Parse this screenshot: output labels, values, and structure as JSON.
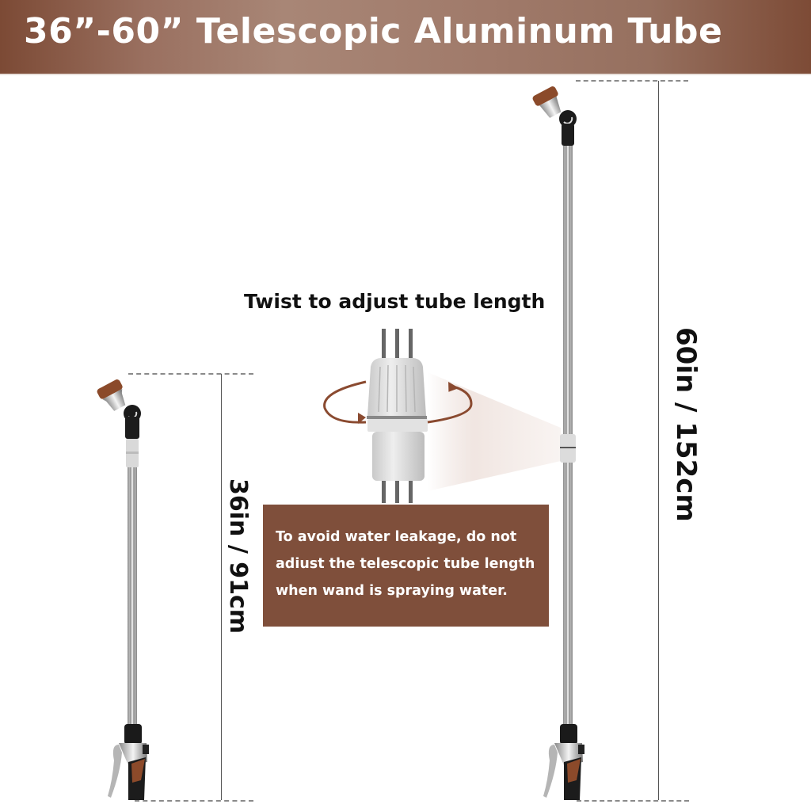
{
  "banner": {
    "title": "36”-60” Telescopic Aluminum Tube",
    "gradient_edge_color": "#7c4a35",
    "gradient_center_color": "#a88676"
  },
  "detail": {
    "title": "Twist to adjust tube length",
    "icon": "rotate-arrow-icon",
    "arrow_color": "#8a4a30"
  },
  "note": {
    "lines": [
      "To avoid water leakage, do not",
      "adiust the telescopic tube length",
      "when wand is spraying water."
    ],
    "background": "#7f4f3b"
  },
  "wands": [
    {
      "name": "short-wand",
      "dimension_label": "36in / 91cm"
    },
    {
      "name": "long-wand",
      "dimension_label": "60in / 152cm"
    }
  ]
}
